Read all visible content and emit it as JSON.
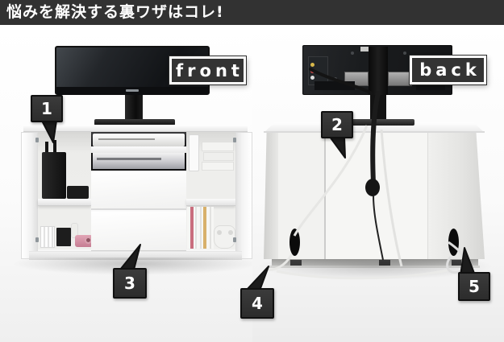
{
  "header": {
    "title": "悩みを解決する裏ワザはコレ!"
  },
  "view_labels": {
    "front": "front",
    "back": "back"
  },
  "callouts": [
    {
      "number": "1"
    },
    {
      "number": "2"
    },
    {
      "number": "3"
    },
    {
      "number": "4"
    },
    {
      "number": "5"
    }
  ],
  "colors": {
    "header_bg": "#323232",
    "label_bg": "#333333",
    "label_border": "#ffffff",
    "callout_bg": "#333333",
    "label_text": "#ffffff"
  }
}
